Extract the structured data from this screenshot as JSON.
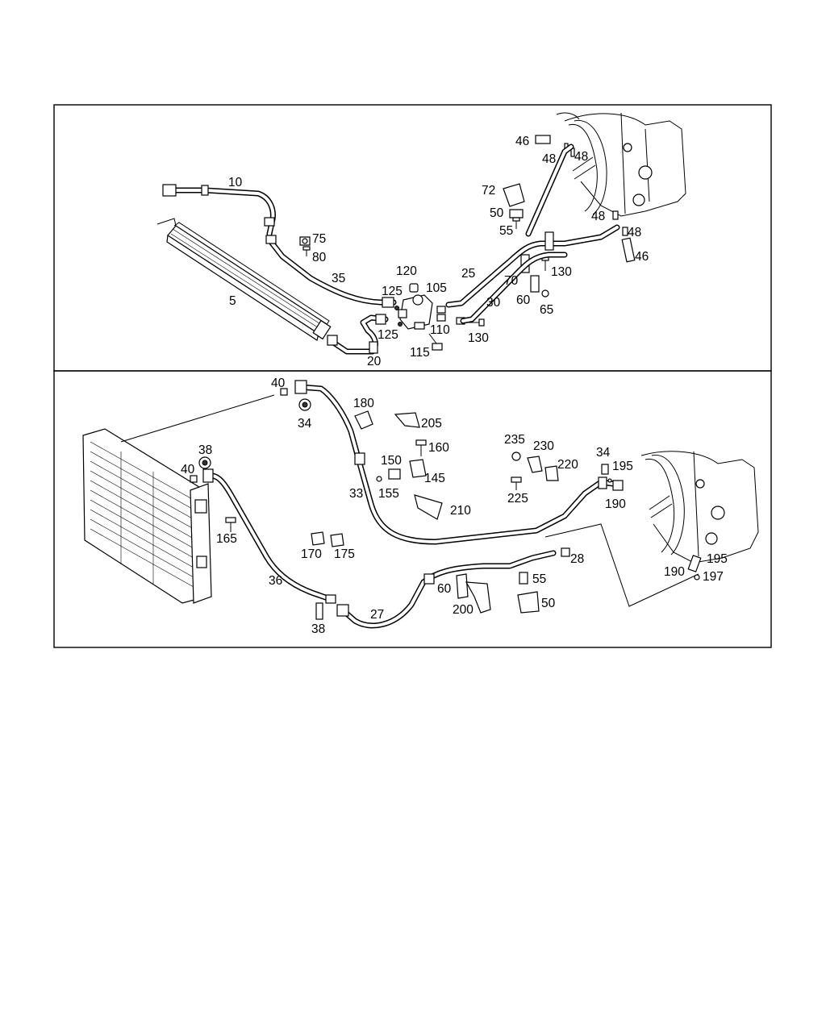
{
  "diagram": {
    "upper_panel": {
      "labels": {
        "l10": "10",
        "l5": "5",
        "l35": "35",
        "l75": "75",
        "l80": "80",
        "l120": "120",
        "l125a": "125",
        "l105": "105",
        "l125b": "125",
        "l110": "110",
        "l115": "115",
        "l20": "20",
        "l25": "25",
        "l30": "30",
        "l130a": "130",
        "l130b": "130",
        "l70": "70",
        "l60": "60",
        "l65": "65",
        "l72": "72",
        "l50": "50",
        "l55": "55",
        "l46a": "46",
        "l48a": "48",
        "l48b": "48",
        "l48c": "48",
        "l48d": "48",
        "l46b": "46"
      }
    },
    "lower_panel": {
      "labels": {
        "l40a": "40",
        "l34a": "34",
        "l180": "180",
        "l205": "205",
        "l38a": "38",
        "l40b": "40",
        "l160": "160",
        "l150": "150",
        "l145": "145",
        "l155": "155",
        "l33": "33",
        "l210": "210",
        "l235": "235",
        "l230": "230",
        "l220": "220",
        "l225": "225",
        "l34b": "34",
        "l195a": "195",
        "l190a": "190",
        "l165": "165",
        "l170": "170",
        "l175": "175",
        "l36": "36",
        "l28": "28",
        "l55": "55",
        "l50": "50",
        "l60": "60",
        "l200": "200",
        "l27": "27",
        "l38b": "38",
        "l195b": "195",
        "l190b": "190",
        "l197": "197"
      }
    }
  }
}
